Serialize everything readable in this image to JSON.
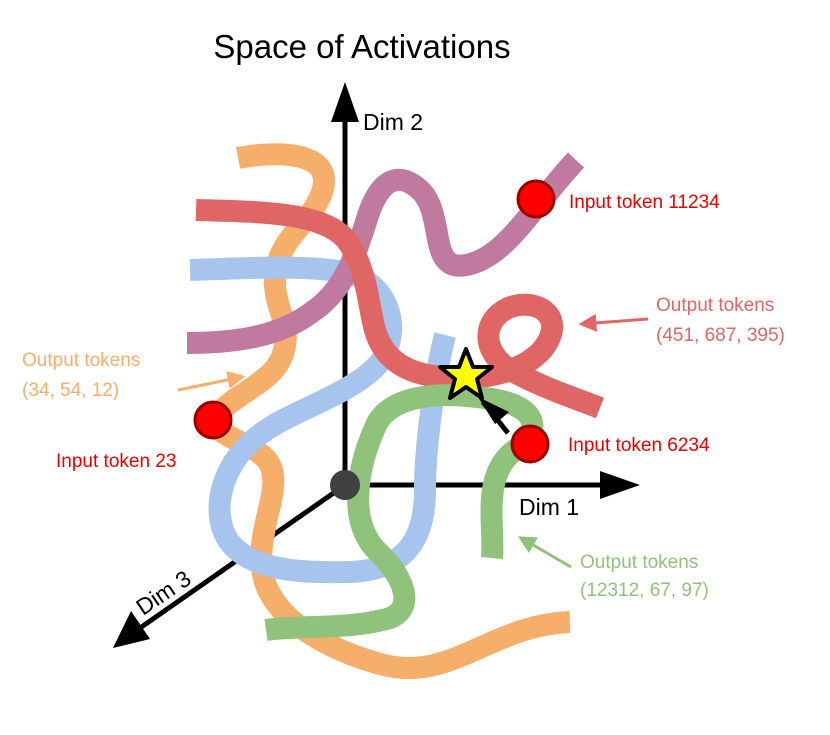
{
  "title": "Space of Activations",
  "axes": {
    "dim1": "Dim 1",
    "dim2": "Dim 2",
    "dim3": "Dim 3"
  },
  "curves": {
    "orange": {
      "color": "#f6ae6b",
      "name": "orange-trajectory"
    },
    "blue": {
      "color": "#a7c4ee",
      "name": "blue-trajectory"
    },
    "purple": {
      "color": "#c0799f",
      "name": "purple-trajectory"
    },
    "red": {
      "color": "#e06666",
      "name": "red-trajectory"
    },
    "green": {
      "color": "#8fc27a",
      "name": "green-trajectory"
    }
  },
  "labels": {
    "input_11234": "Input token 11234",
    "input_23": "Input token 23",
    "input_6234": "Input token 6234",
    "output_red_title": "Output tokens",
    "output_red_values": "(451, 687, 395)",
    "output_orange_title": "Output tokens",
    "output_orange_values": "(34, 54, 12)",
    "output_green_title": "Output tokens",
    "output_green_values": "(12312, 67, 97)"
  },
  "colors": {
    "input_text": "#e60000",
    "input_dot": "#ff0000",
    "red_text": "#e06666",
    "orange_text": "#f6ae6b",
    "green_text": "#8fc27a",
    "star_fill": "#ffff00",
    "origin": "#404040"
  }
}
